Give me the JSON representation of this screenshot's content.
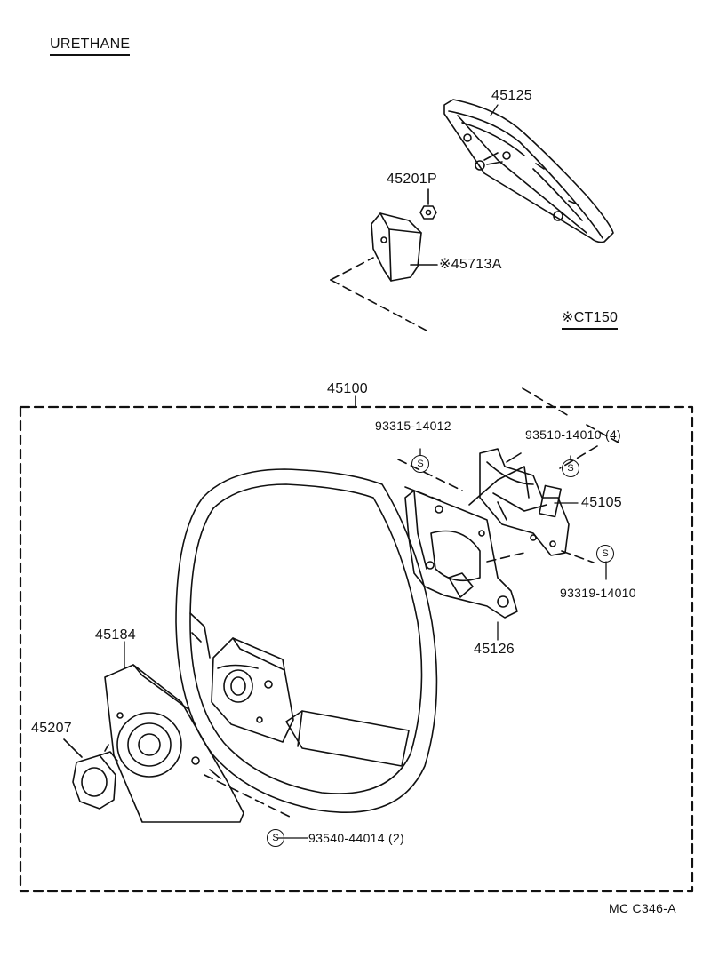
{
  "header": {
    "material_label": "URETHANE",
    "model_note": "※CT150"
  },
  "parts": {
    "p45125": "45125",
    "p45201p": "45201P",
    "p45713a": "※45713A",
    "p45100": "45100",
    "p93315": "93315-14012",
    "p93510": "93510-14010 (4)",
    "p45105": "45105",
    "p93319": "93319-14010",
    "p45126": "45126",
    "p45184": "45184",
    "p45207": "45207",
    "p93540": "93540-44014 (2)"
  },
  "symbols": {
    "s_mark": "S"
  },
  "footer": {
    "diagram_code": "MC C346-A"
  }
}
